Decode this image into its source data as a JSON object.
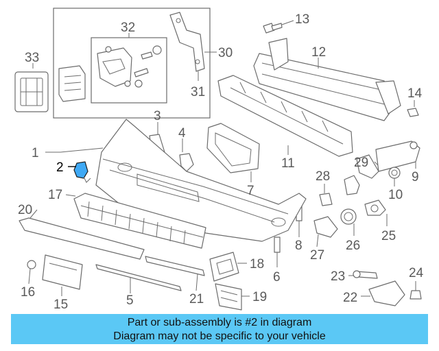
{
  "diagram": {
    "callouts": [
      "1",
      "2",
      "3",
      "4",
      "5",
      "6",
      "7",
      "8",
      "9",
      "10",
      "11",
      "12",
      "13",
      "14",
      "15",
      "16",
      "17",
      "18",
      "19",
      "20",
      "21",
      "22",
      "23",
      "24",
      "25",
      "26",
      "27",
      "28",
      "29",
      "30",
      "31",
      "32",
      "33"
    ],
    "highlighted_part": "2",
    "highlight_color": "#3fa9f5"
  },
  "banner": {
    "line1": "Part or sub-assembly is #2 in diagram",
    "line2": "Diagram may not be specific to your vehicle",
    "background": "#5bc8f5"
  }
}
